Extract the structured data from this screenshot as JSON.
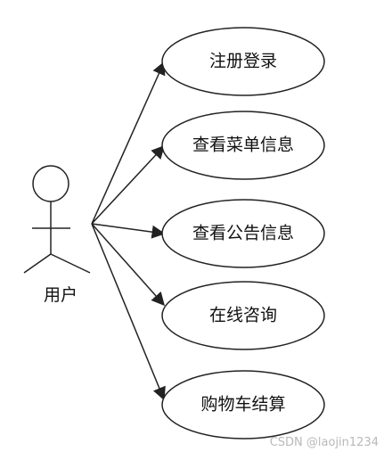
{
  "actor": {
    "label": "用户",
    "icon": "stick-figure-icon"
  },
  "use_cases": [
    {
      "id": "register-login",
      "label": "注册登录"
    },
    {
      "id": "view-menu-info",
      "label": "查看菜单信息"
    },
    {
      "id": "view-notice-info",
      "label": "查看公告信息"
    },
    {
      "id": "online-consult",
      "label": "在线咨询"
    },
    {
      "id": "cart-checkout",
      "label": "购物车结算"
    }
  ],
  "watermark": "CSDN @laojin1234",
  "colors": {
    "stroke": "#222222",
    "text": "#111111",
    "watermark": "#b9b9b9",
    "background": "#ffffff"
  }
}
